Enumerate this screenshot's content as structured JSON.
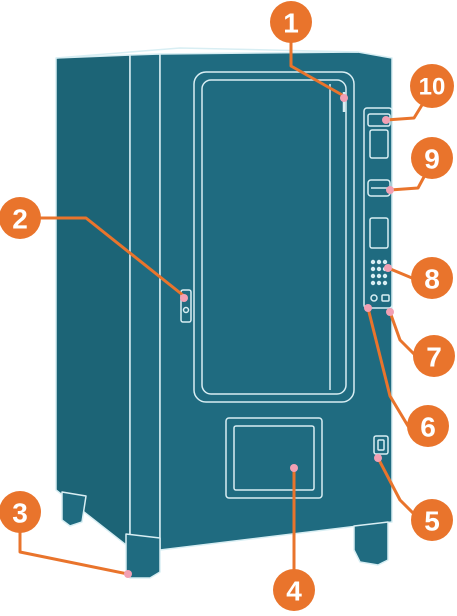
{
  "colors": {
    "machine_body": "#1f6b80",
    "machine_side": "#1c6476",
    "outline": "#d8eef3",
    "callout": "#e9742c",
    "callout_text": "#ffffff",
    "marker_dot": "#f2a0b4",
    "background": "#ffffff"
  },
  "callouts": [
    {
      "id": "1",
      "label": "1",
      "target": "top-light-strip"
    },
    {
      "id": "2",
      "label": "2",
      "target": "door-lock"
    },
    {
      "id": "3",
      "label": "3",
      "target": "front-left-leg"
    },
    {
      "id": "4",
      "label": "4",
      "target": "delivery-bin"
    },
    {
      "id": "5",
      "label": "5",
      "target": "lower-key-lock"
    },
    {
      "id": "6",
      "label": "6",
      "target": "coin-return-button"
    },
    {
      "id": "7",
      "label": "7",
      "target": "coin-slot"
    },
    {
      "id": "8",
      "label": "8",
      "target": "selection-keypad"
    },
    {
      "id": "9",
      "label": "9",
      "target": "bill-acceptor"
    },
    {
      "id": "10",
      "label": "10",
      "target": "card-reader"
    }
  ]
}
